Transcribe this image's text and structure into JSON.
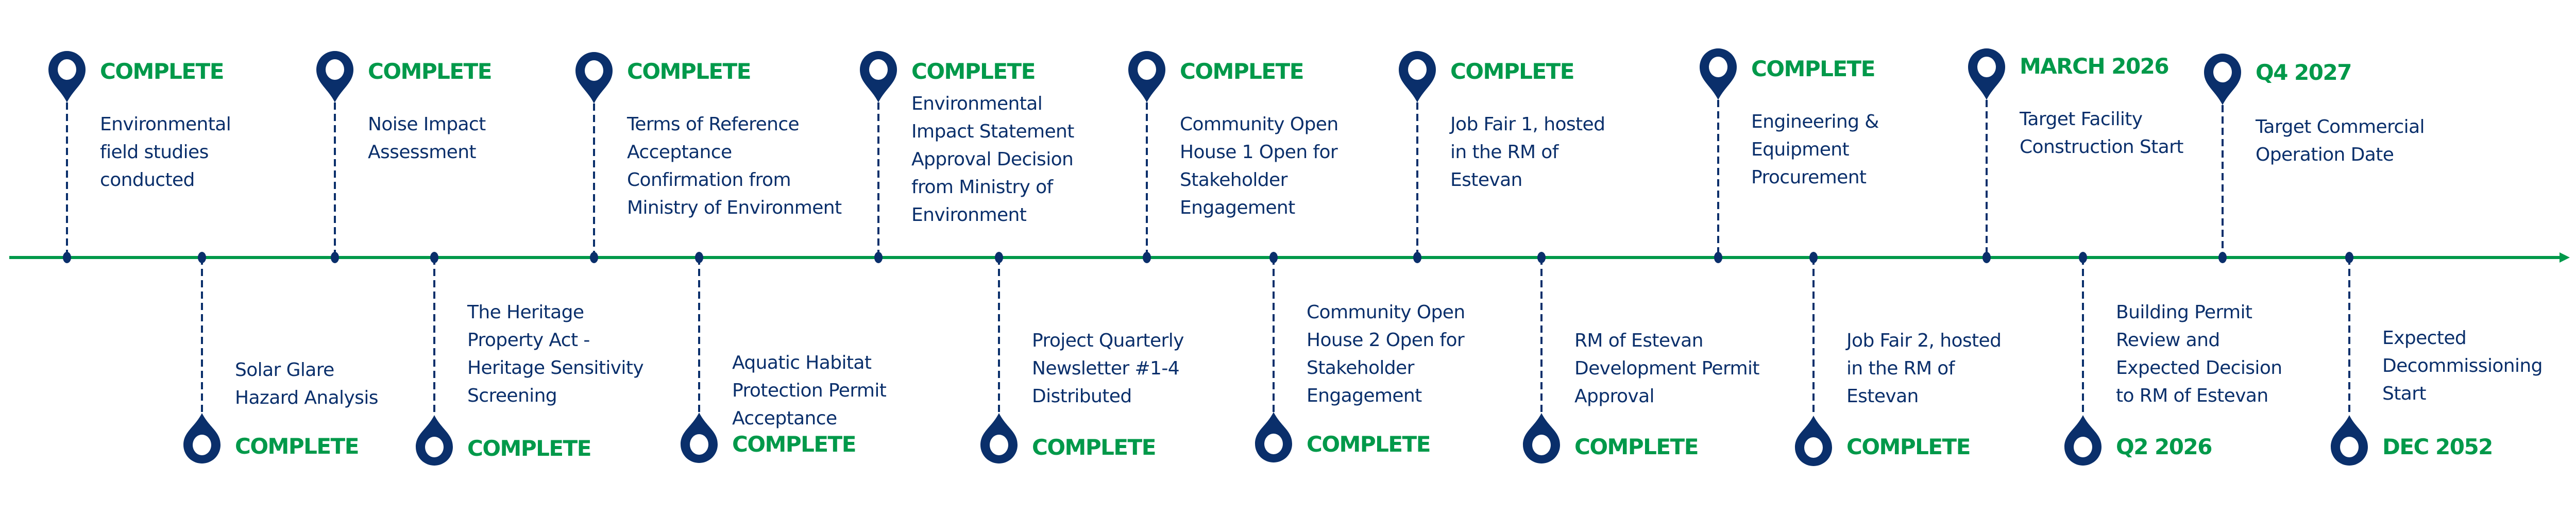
{
  "title": "Project Milestone Timeline",
  "colors": {
    "navy": "#0a2f6b",
    "green": "#00994a",
    "timeline_line": "#00994a"
  },
  "milestones": [
    {
      "id": "m1",
      "side": "top",
      "status": "COMPLETE",
      "lines": [
        "Environmental",
        "field studies",
        "conducted"
      ]
    },
    {
      "id": "m2",
      "side": "bottom",
      "status": "COMPLETE",
      "lines": [
        "Solar Glare",
        "Hazard Analysis"
      ]
    },
    {
      "id": "m3",
      "side": "top",
      "status": "COMPLETE",
      "lines": [
        "Noise Impact",
        "Assessment"
      ]
    },
    {
      "id": "m4",
      "side": "bottom",
      "status": "COMPLETE",
      "lines": [
        "The Heritage",
        "Property Act -",
        "Heritage Sensitivity",
        "Screening"
      ]
    },
    {
      "id": "m5",
      "side": "top",
      "status": "COMPLETE",
      "lines": [
        "Terms of Reference",
        "Acceptance",
        "Confirmation from",
        "Ministry of Environment"
      ]
    },
    {
      "id": "m6",
      "side": "bottom",
      "status": "COMPLETE",
      "lines": [
        "Aquatic Habitat",
        "Protection Permit",
        "Acceptance"
      ]
    },
    {
      "id": "m7",
      "side": "top",
      "status": "COMPLETE",
      "lines": [
        "Environmental",
        "Impact Statement",
        "Approval Decision",
        "from Ministry of",
        "Environment"
      ]
    },
    {
      "id": "m8",
      "side": "bottom",
      "status": "COMPLETE",
      "lines": [
        "Project Quarterly",
        "Newsletter #1-4",
        "Distributed"
      ]
    },
    {
      "id": "m9",
      "side": "top",
      "status": "COMPLETE",
      "lines": [
        "Community Open",
        "House 1 Open for",
        "Stakeholder",
        "Engagement"
      ]
    },
    {
      "id": "m10",
      "side": "bottom",
      "status": "COMPLETE",
      "lines": [
        "Community Open",
        "House 2 Open for",
        "Stakeholder",
        "Engagement"
      ]
    },
    {
      "id": "m11",
      "side": "top",
      "status": "COMPLETE",
      "lines": [
        "Job Fair 1, hosted",
        "in the RM of",
        "Estevan"
      ]
    },
    {
      "id": "m12",
      "side": "bottom",
      "status": "COMPLETE",
      "lines": [
        "RM of Estevan",
        "Development Permit",
        "Approval"
      ]
    },
    {
      "id": "m13",
      "side": "top",
      "status": "COMPLETE",
      "lines": [
        "Engineering &",
        "Equipment",
        "Procurement"
      ]
    },
    {
      "id": "m14",
      "side": "bottom",
      "status": "COMPLETE",
      "lines": [
        "Job Fair 2, hosted",
        "in the RM of",
        "Estevan"
      ]
    },
    {
      "id": "m15",
      "side": "top",
      "status": "MARCH 2026",
      "lines": [
        "Target Facility",
        "Construction Start"
      ]
    },
    {
      "id": "m16",
      "side": "bottom",
      "status": "Q2 2026",
      "lines": [
        "Building Permit",
        "Review and",
        "Expected Decision",
        "to RM of Estevan"
      ]
    },
    {
      "id": "m17",
      "side": "top",
      "status": "Q4 2027",
      "lines": [
        "Target Commercial",
        "Operation Date"
      ]
    },
    {
      "id": "m18",
      "side": "bottom",
      "status": "DEC 2052",
      "lines": [
        "Expected",
        "Decommissioning",
        "Start"
      ]
    }
  ],
  "icons": {
    "top_marker": "map-pin-icon",
    "bottom_marker": "inverted-map-pin-icon",
    "axis_end": "arrow-right-icon"
  }
}
